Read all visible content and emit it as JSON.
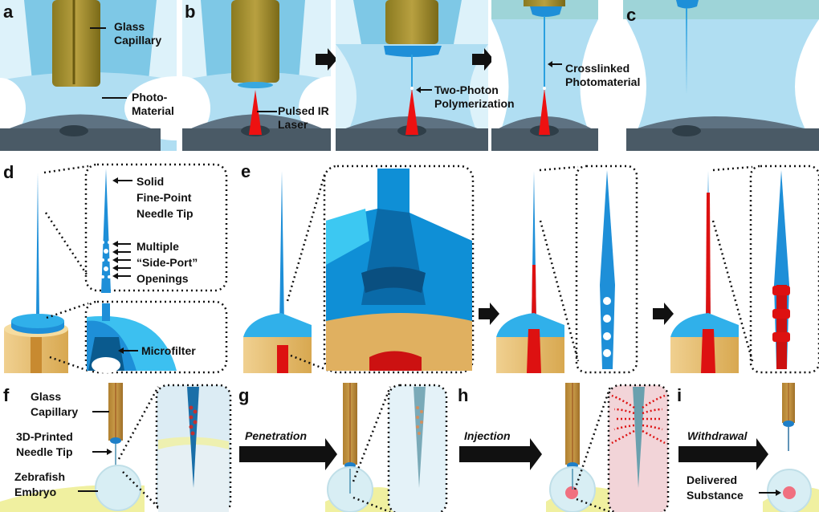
{
  "figure": {
    "panels": [
      "a",
      "b",
      "c",
      "d",
      "e",
      "f",
      "g",
      "h",
      "i"
    ],
    "panel_a": {
      "label": "a",
      "annotations": {
        "glass_capillary": "Glass\nCapillary",
        "photo_material": "Photo-\nMaterial"
      }
    },
    "panel_b": {
      "label": "b",
      "annotations": {
        "pulsed_ir_laser": "Pulsed IR\nLaser",
        "two_photon": "Two-Photon\nPolymerization",
        "crosslinked": "Crosslinked\nPhotomaterial"
      }
    },
    "panel_c": {
      "label": "c"
    },
    "panel_d": {
      "label": "d",
      "annotations": {
        "solid_tip": "Solid\nFine-Point\nNeedle Tip",
        "side_ports": "Multiple\n“Side-Port”\nOpenings",
        "microfilter": "Microfilter"
      }
    },
    "panel_e": {
      "label": "e"
    },
    "panel_f": {
      "label": "f",
      "annotations": {
        "glass_capillary": "Glass\nCapillary",
        "needle_tip": "3D-Printed\nNeedle Tip",
        "embryo": "Zebrafish\nEmbryo"
      }
    },
    "panel_g": {
      "label": "g",
      "step": "Penetration"
    },
    "panel_h": {
      "label": "h",
      "step": "Injection"
    },
    "panel_i": {
      "label": "i",
      "step": "Withdrawal",
      "annotations": {
        "delivered": "Delivered\nSubstance"
      }
    },
    "colors": {
      "needle_blue": "#1e90d0",
      "capillary_gold": "#9a8a2a",
      "laser_red": "#ee1111",
      "liquid_blue": "#b8e0f2",
      "base_gray": "#5a6c78",
      "holder_tan": "#e0b060",
      "filled_red": "#cc1111",
      "embryo_yellow": "#f0f0a0"
    }
  }
}
